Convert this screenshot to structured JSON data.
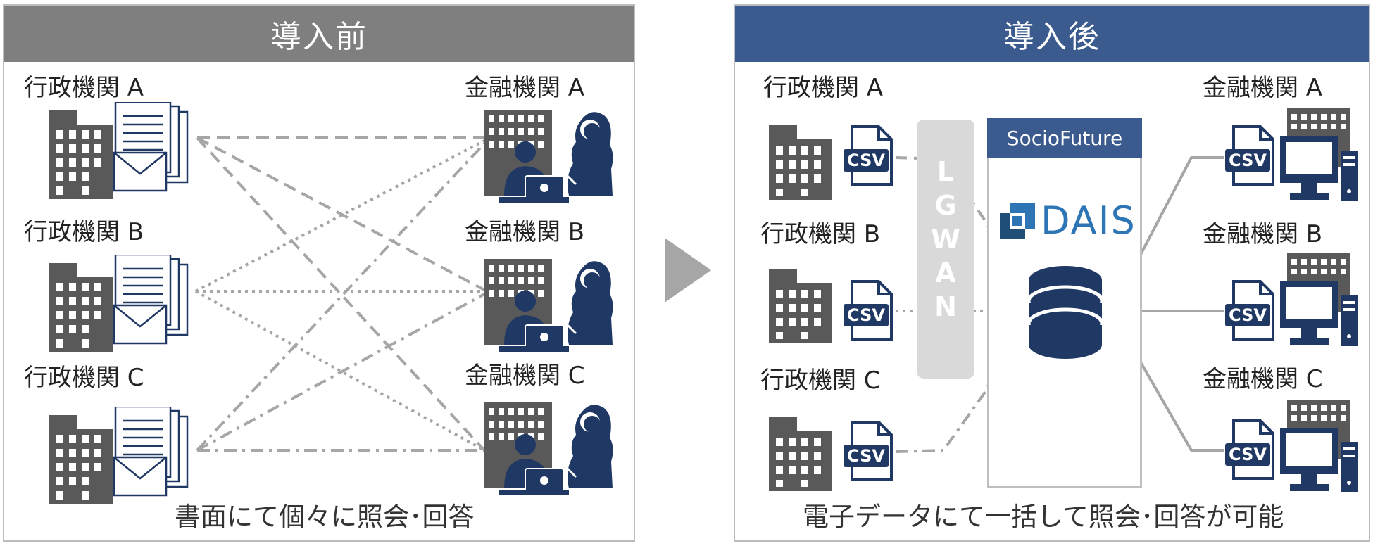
{
  "before": {
    "header": "導入前",
    "left_labels": [
      "行政機関 A",
      "行政機関 B",
      "行政機関 C"
    ],
    "right_labels": [
      "金融機関 A",
      "金融機関 B",
      "金融機関 C"
    ],
    "caption": "書面にて個々に照会･回答"
  },
  "after": {
    "header": "導入後",
    "left_labels": [
      "行政機関 A",
      "行政機関 B",
      "行政機関 C"
    ],
    "right_labels": [
      "金融機関 A",
      "金融機関 B",
      "金融機関 C"
    ],
    "file_label": "CSV",
    "lgwan_letters": [
      "L",
      "G",
      "W",
      "A",
      "N"
    ],
    "socio_header": "SocioFuture",
    "dais_label": "DAIS",
    "caption": "電子データにて一括して照会･回答が可能"
  },
  "colors": {
    "gray_header": "#7f7f7f",
    "blue_header": "#3b5b8f",
    "navy_icon": "#1f3864",
    "gray_building": "#595959",
    "line_gray": "#a6a6a6",
    "lgwan_bar": "#d9d9d9"
  }
}
